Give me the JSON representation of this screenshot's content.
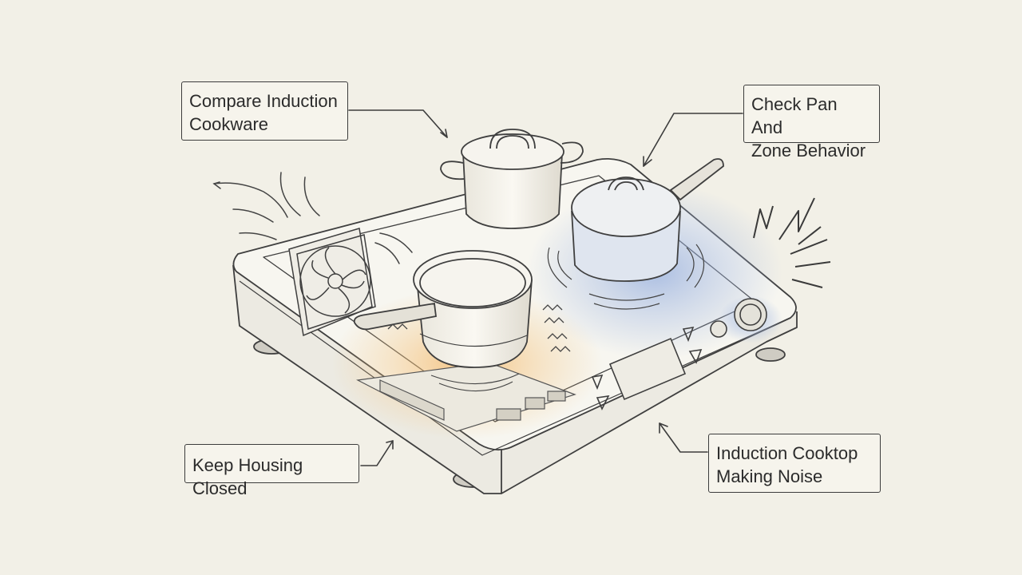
{
  "labels": {
    "top_left": "Compare Induction\nCookware",
    "top_right": "Check Pan And\nZone Behavior",
    "bottom_left": "Keep Housing Closed",
    "bottom_right": "Induction Cooktop\nMaking Noise"
  },
  "colors": {
    "background": "#f2f0e7",
    "ink": "#3c3c3c",
    "heat_glow": "#f4b35c",
    "active_zone_glow": "#8aa6dc"
  },
  "icons": [
    "fan-icon",
    "noise-burst-icon",
    "airflow-icon",
    "pot-icon",
    "saucepan-icon",
    "control-knob-icon"
  ]
}
